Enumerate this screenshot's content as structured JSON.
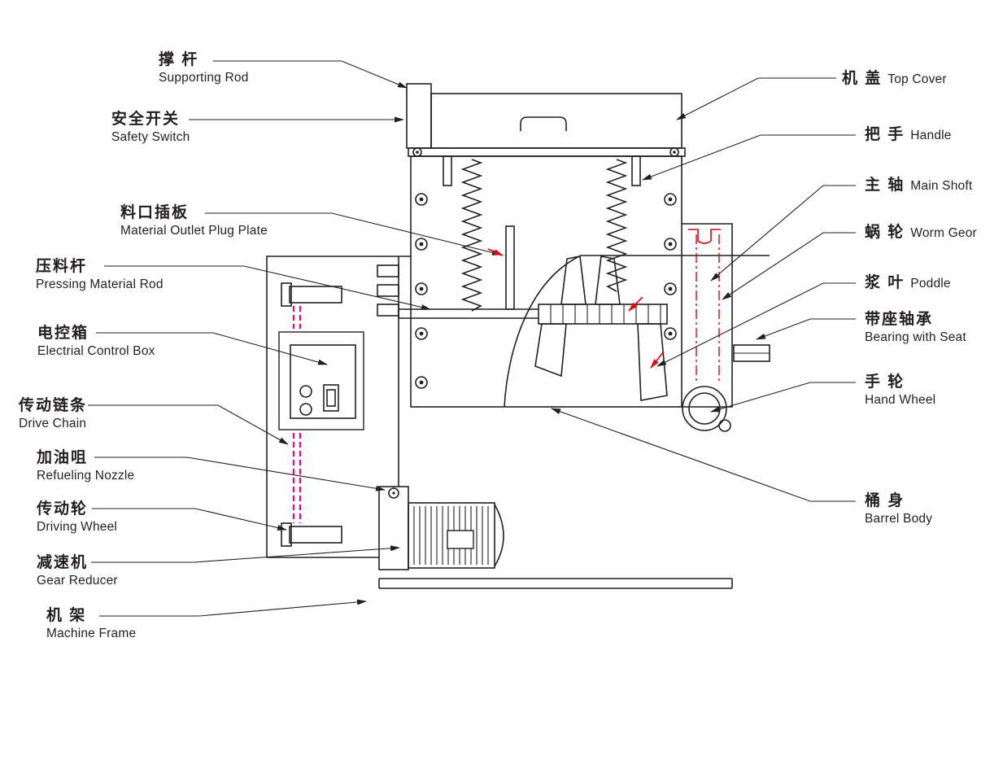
{
  "colors": {
    "ink": "#231f20",
    "red": "#e60012",
    "magenta": "#ec008c",
    "paper": "#ffffff"
  },
  "labels_left": [
    {
      "zh": "撑 杆",
      "en": "Supporting Rod"
    },
    {
      "zh": "安全开关",
      "en": "Safety Switch"
    },
    {
      "zh": "料口插板",
      "en": "Material Outlet Plug Plate"
    },
    {
      "zh": "压料杆",
      "en": "Pressing Material Rod"
    },
    {
      "zh": "电控箱",
      "en": "Electrial Control Box"
    },
    {
      "zh": "传动链条",
      "en": "Drive Chain"
    },
    {
      "zh": "加油咀",
      "en": "Refueling Nozzle"
    },
    {
      "zh": "传动轮",
      "en": "Driving Wheel"
    },
    {
      "zh": "减速机",
      "en": "Gear Reducer"
    },
    {
      "zh": "机 架",
      "en": "Machine Frame"
    }
  ],
  "labels_right": [
    {
      "zh": "机 盖",
      "en": "Top Cover"
    },
    {
      "zh": "把 手",
      "en": "Handle"
    },
    {
      "zh": "主 轴",
      "en": "Main Shoft"
    },
    {
      "zh": "蜗 轮",
      "en": "Worm Geor"
    },
    {
      "zh": "浆 叶",
      "en": "Poddle"
    },
    {
      "zh": "带座轴承",
      "en": "Bearing with Seat"
    },
    {
      "zh": "手 轮",
      "en": "Hand Wheel"
    },
    {
      "zh": "桶 身",
      "en": "Barrel Body"
    }
  ]
}
